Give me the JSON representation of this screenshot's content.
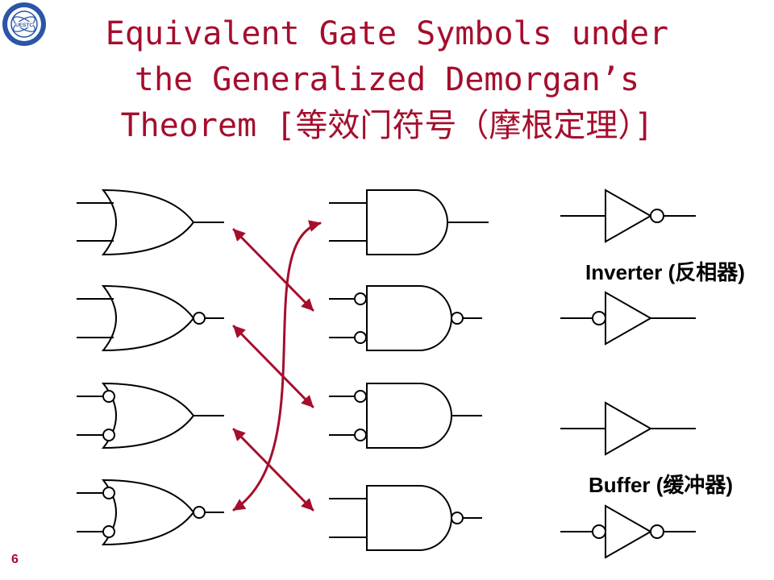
{
  "slide": {
    "title_lines": [
      "Equivalent Gate Symbols under",
      "the Generalized Demorgan’s",
      "Theorem [等效门符号（摩根定理）]"
    ],
    "page_number": "6"
  },
  "labels": {
    "inverter": "Inverter (反相器)",
    "buffer": "Buffer (缓冲器)"
  },
  "colors": {
    "title": "#a50e2d",
    "arrow": "#a50e2d",
    "gate_stroke": "#000000"
  },
  "logo": {
    "icon": "university-seal-icon"
  },
  "gates": {
    "or_column": [
      "or",
      "nor",
      "or-inverted-inputs",
      "nor-inverted-inputs"
    ],
    "and_column": [
      "and",
      "nand-inverted-inputs",
      "and-inverted-inputs",
      "nand"
    ],
    "right_column": [
      "inverter-output-bubble",
      "inverter-input-bubble",
      "buffer",
      "buffer-inverted-both"
    ]
  },
  "equivalence_arrows": [
    {
      "from": "nor",
      "to": "and-inverted-inputs"
    },
    {
      "from": "or",
      "to": "nand-inverted-inputs"
    },
    {
      "from": "or-inverted-inputs",
      "to": "nand"
    },
    {
      "from": "nor-inverted-inputs",
      "to": "and"
    }
  ]
}
